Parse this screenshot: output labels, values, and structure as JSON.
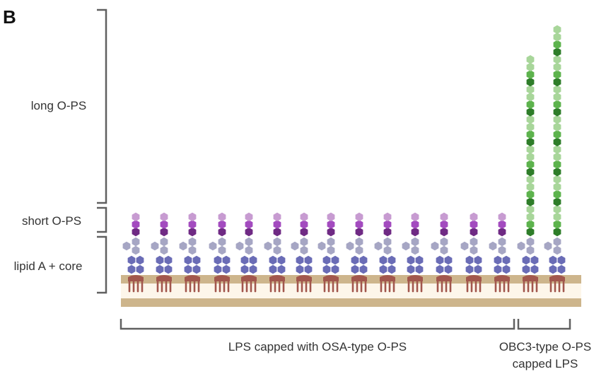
{
  "panel_letter": "B",
  "labels": {
    "long_ops": "long O-PS",
    "short_ops": "short O-PS",
    "lipid_core": "lipid A + core",
    "lps_osa": "LPS capped with OSA-type O-PS",
    "obc3_line1": "OBC3-type O-PS",
    "obc3_line2": "capped LPS"
  },
  "molecules": {
    "osa_type_count": 14,
    "osa_type_ops_units": 3,
    "obc3_type_count": 2,
    "obc3_type_ops_units": [
      24,
      28
    ]
  },
  "colors": {
    "membrane_outer": "#cdb58c",
    "membrane_inner": "#fdf6ea",
    "lipid_tail": "#a2574d",
    "core_blue": "#6a6cb6",
    "core_grey": "#a6a6c4",
    "osa_light": "#c79bd1",
    "osa_mid": "#a34bbf",
    "osa_dark": "#6f2a84",
    "obc3_light": "#a8d69a",
    "obc3_mid": "#5db34d",
    "obc3_dark": "#2e7d29"
  }
}
